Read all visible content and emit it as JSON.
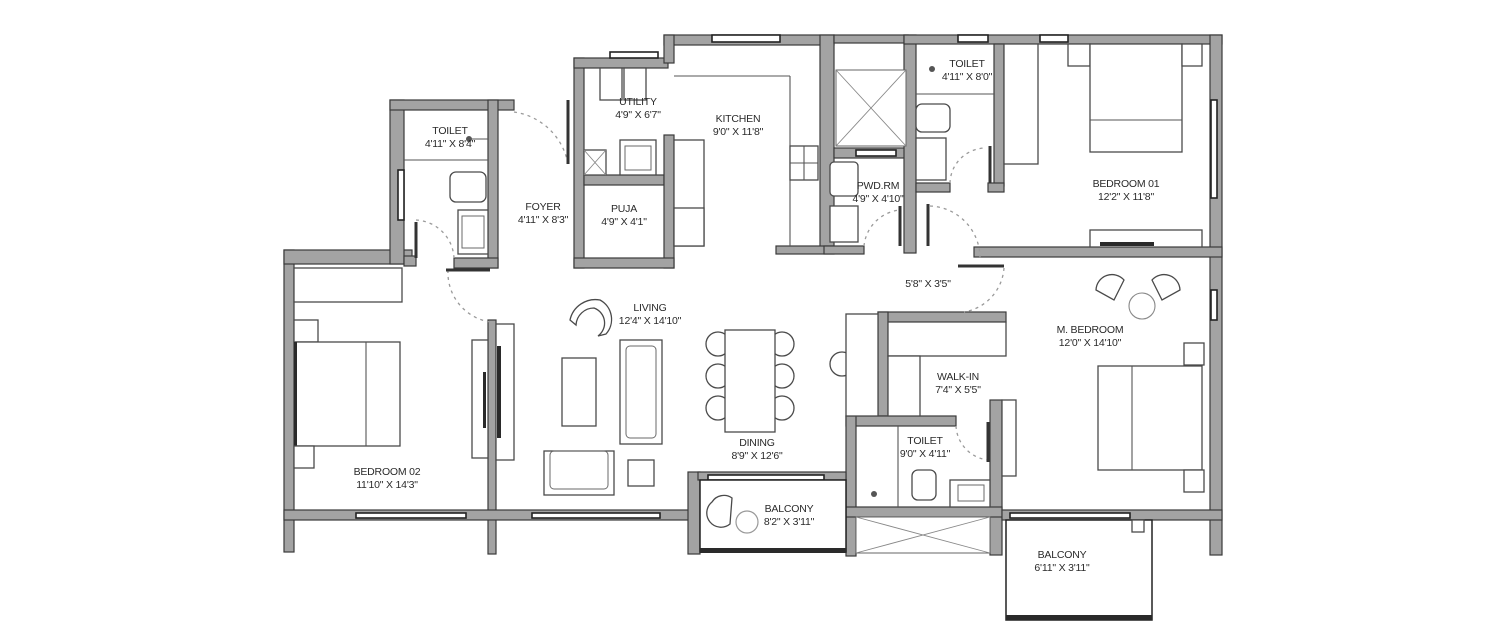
{
  "plan": {
    "wall_color": "#a3a3a3",
    "outline_color": "#3a3a3a",
    "background": "#ffffff"
  },
  "rooms": {
    "toilet_foyer": {
      "name": "TOILET",
      "dim": "4'11\" X 8'4\""
    },
    "foyer": {
      "name": "FOYER",
      "dim": "4'11\" X 8'3\""
    },
    "utility": {
      "name": "UTILITY",
      "dim": "4'9\" X 6'7\""
    },
    "puja": {
      "name": "PUJA",
      "dim": "4'9\" X 4'1\""
    },
    "kitchen": {
      "name": "KITCHEN",
      "dim": "9'0\" X 11'8\""
    },
    "pwd_rm": {
      "name": "PWD.RM",
      "dim": "4'9\" X 4'10\""
    },
    "toilet_bed01": {
      "name": "TOILET",
      "dim": "4'11\" X 8'0\""
    },
    "bedroom01": {
      "name": "BEDROOM 01",
      "dim": "12'2\" X 11'8\""
    },
    "passage": {
      "name": "",
      "dim": "5'8\" X 3'5\""
    },
    "living": {
      "name": "LIVING",
      "dim": "12'4\" X 14'10\""
    },
    "dining": {
      "name": "DINING",
      "dim": "8'9\" X 12'6\""
    },
    "bedroom02": {
      "name": "BEDROOM 02",
      "dim": "11'10\" X 14'3\""
    },
    "balcony_dining": {
      "name": "BALCONY",
      "dim": "8'2\" X 3'11\""
    },
    "walkin": {
      "name": "WALK-IN",
      "dim": "7'4\" X 5'5\""
    },
    "toilet_master": {
      "name": "TOILET",
      "dim": "9'0\" X 4'11\""
    },
    "m_bedroom": {
      "name": "M. BEDROOM",
      "dim": "12'0\" X 14'10\""
    },
    "balcony_master": {
      "name": "BALCONY",
      "dim": "6'11\" X 3'11\""
    }
  }
}
